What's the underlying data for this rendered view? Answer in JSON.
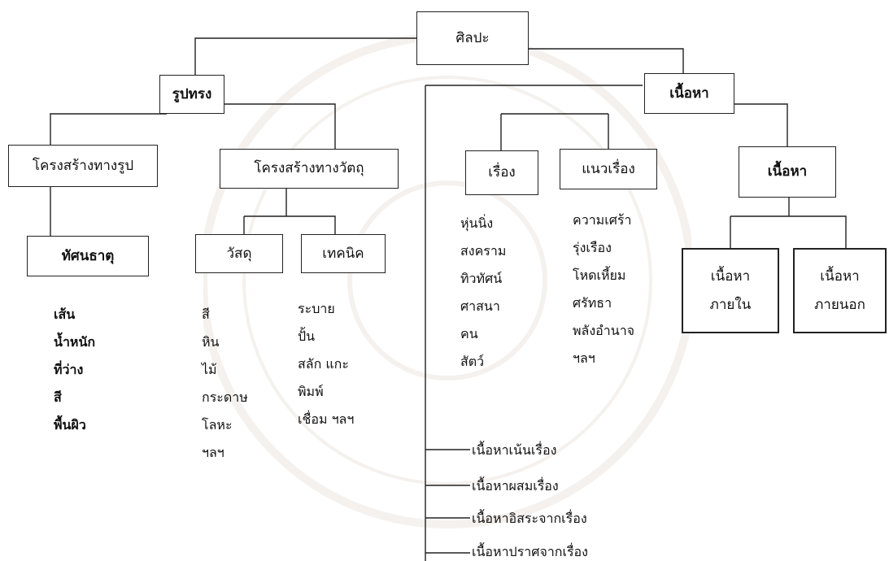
{
  "diagram": {
    "root": "ศิลปะ",
    "form": {
      "label": "รูปทรง",
      "visual_structure": {
        "label": "โครงสร้างทางรูป",
        "elements_box": "ทัศนธาตุ",
        "elements": [
          "เส้น",
          "น้ำหนัก",
          "ที่ว่าง",
          "สี",
          "พื้นผิว"
        ]
      },
      "material_structure": {
        "label": "โครงสร้างทางวัตถุ",
        "materials": {
          "label": "วัสดุ",
          "items": [
            "สี",
            "หิน",
            "ไม้",
            "กระดาษ",
            "โลหะ",
            "ฯลฯ"
          ]
        },
        "techniques": {
          "label": "เทคนิค",
          "items": [
            "ระบาย",
            "ปั้น",
            "สลัก แกะ",
            "พิมพ์",
            "เชื่อม ฯลฯ"
          ]
        }
      }
    },
    "content": {
      "label": "เนื้อหา",
      "subject": {
        "label": "เรื่อง",
        "items": [
          "หุ่นนิ่ง",
          "สงคราม",
          "ทิวทัศน์",
          "ศาสนา",
          "คน",
          "สัตว์"
        ]
      },
      "theme": {
        "label": "แนวเรื่อง",
        "items": [
          "ความเศร้า",
          "รุ่งเรือง",
          "โหดเหี้ยม",
          "ศรัทธา",
          "พลังอำนาจ",
          "ฯลฯ"
        ]
      },
      "content_box": {
        "label": "เนื้อหา",
        "inner": [
          "เนื้อหา",
          "ภายใน"
        ],
        "outer": [
          "เนื้อหา",
          "ภายนอก"
        ]
      },
      "relations": [
        "เนื้อหาเน้นเรื่อง",
        "เนื้อหาผสมเรื่อง",
        "เนื้อหาอิสระจากเรื่อง",
        "เนื้อหาปราศจากเรื่อง"
      ]
    }
  }
}
